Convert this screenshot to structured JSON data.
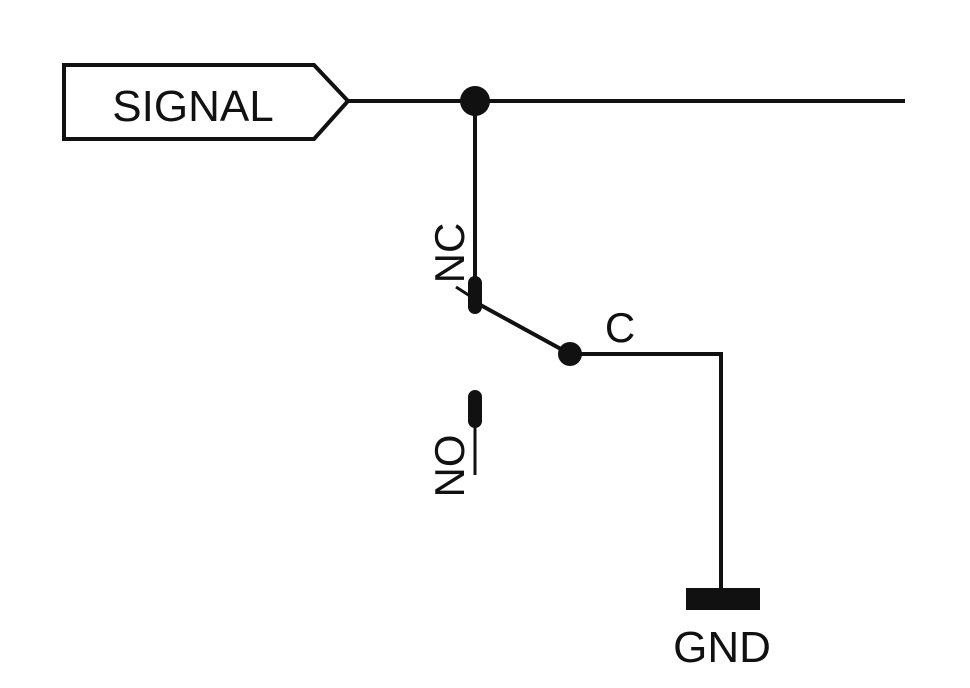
{
  "diagram": {
    "title": "Relay switch schematic",
    "colors": {
      "ink": "#111111",
      "background": "#ffffff"
    },
    "signal_port": {
      "label": "SIGNAL",
      "shape": "output-port-arrow"
    },
    "switch": {
      "type": "SPDT",
      "terminals": {
        "normally_closed": "NC",
        "normally_open": "NO",
        "common": "C"
      },
      "state": "closed to NC"
    },
    "ground": {
      "label": "GND",
      "symbol": "ground-bar"
    },
    "connections": [
      {
        "from": "SIGNAL",
        "to": "NC"
      },
      {
        "from": "C",
        "to": "GND"
      }
    ]
  }
}
